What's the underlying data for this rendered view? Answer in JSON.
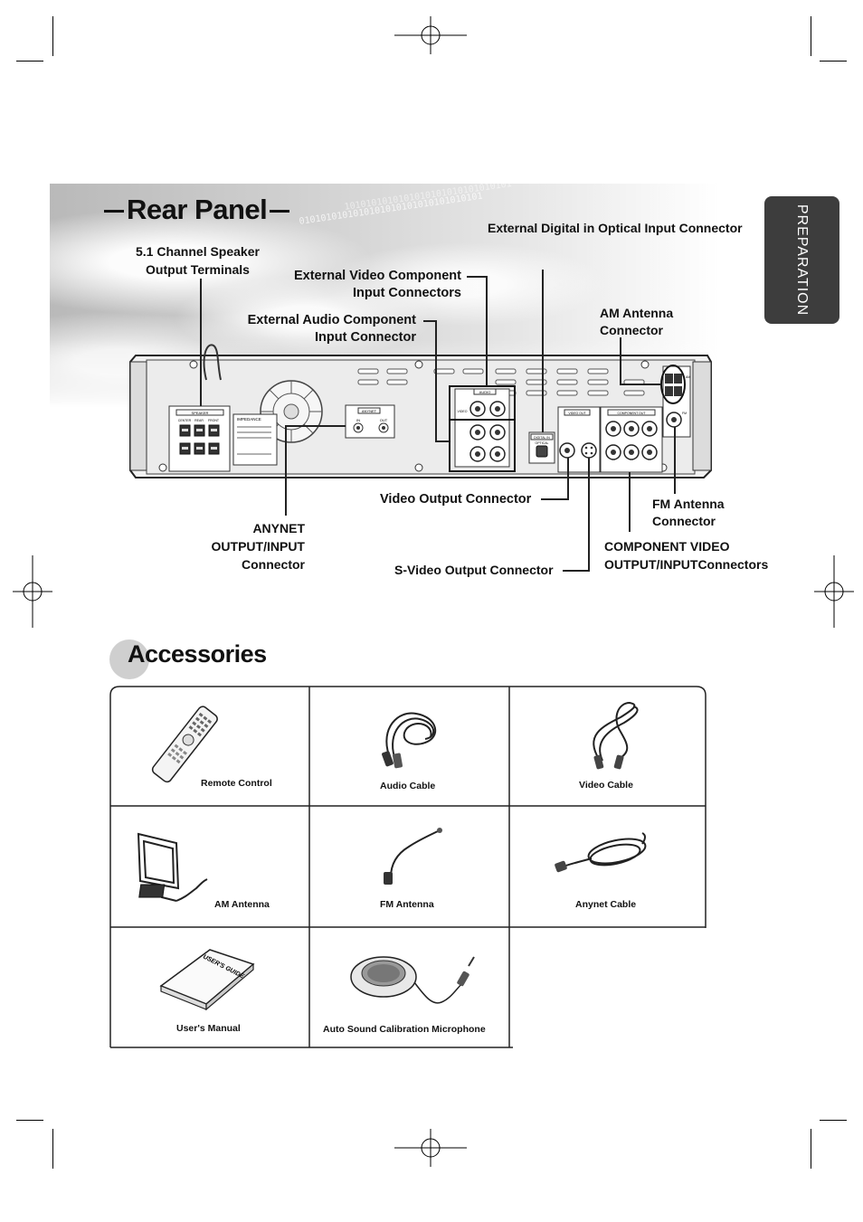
{
  "section_tab": "PREPARATION",
  "rear_panel": {
    "title": "Rear Panel",
    "labels": {
      "speaker_terminals": "5.1 Channel Speaker\nOutput Terminals",
      "ext_video_component": "External Video Component\nInput Connectors",
      "ext_audio_component": "External Audio Component\nInput Connector",
      "ext_digital_optical": "External Digital in Optical Input Connector",
      "am_antenna": "AM Antenna\nConnector",
      "video_output": "Video Output Connector",
      "fm_antenna": "FM Antenna\nConnector",
      "anynet": "ANYNET\nOUTPUT/INPUT\nConnector",
      "s_video_output": "S-Video Output Connector",
      "component_video": "COMPONENT VIDEO\nOUTPUT/INPUTConnectors"
    },
    "panel_marks": {
      "speaker": "SPEAKER",
      "center": "CENTER",
      "rear_l": "REAR",
      "front": "FRONT",
      "impedance": "IMPEDANCE",
      "anynet": "ANYNET",
      "in": "IN",
      "out": "OUT",
      "audio": "AUDIO",
      "video": "VIDEO",
      "digital_in": "DIGITAL IN",
      "optical": "OPTICAL",
      "video_out": "VIDEO OUT",
      "component_out": "COMPONENT OUT",
      "fm": "FM",
      "am": "AM"
    }
  },
  "accessories": {
    "title": "Accessories",
    "items": [
      {
        "caption": "Remote Control",
        "icon": "remote-control-icon"
      },
      {
        "caption": "Audio Cable",
        "icon": "audio-cable-icon"
      },
      {
        "caption": "Video Cable",
        "icon": "video-cable-icon"
      },
      {
        "caption": "AM Antenna",
        "icon": "am-antenna-icon"
      },
      {
        "caption": "FM Antenna",
        "icon": "fm-antenna-icon"
      },
      {
        "caption": "Anynet Cable",
        "icon": "anynet-cable-icon"
      },
      {
        "caption": "User's Manual",
        "icon": "users-manual-icon",
        "cover_text": "USER'S GUIDE"
      },
      {
        "caption": "Auto Sound Calibration Microphone",
        "icon": "microphone-icon"
      }
    ]
  }
}
